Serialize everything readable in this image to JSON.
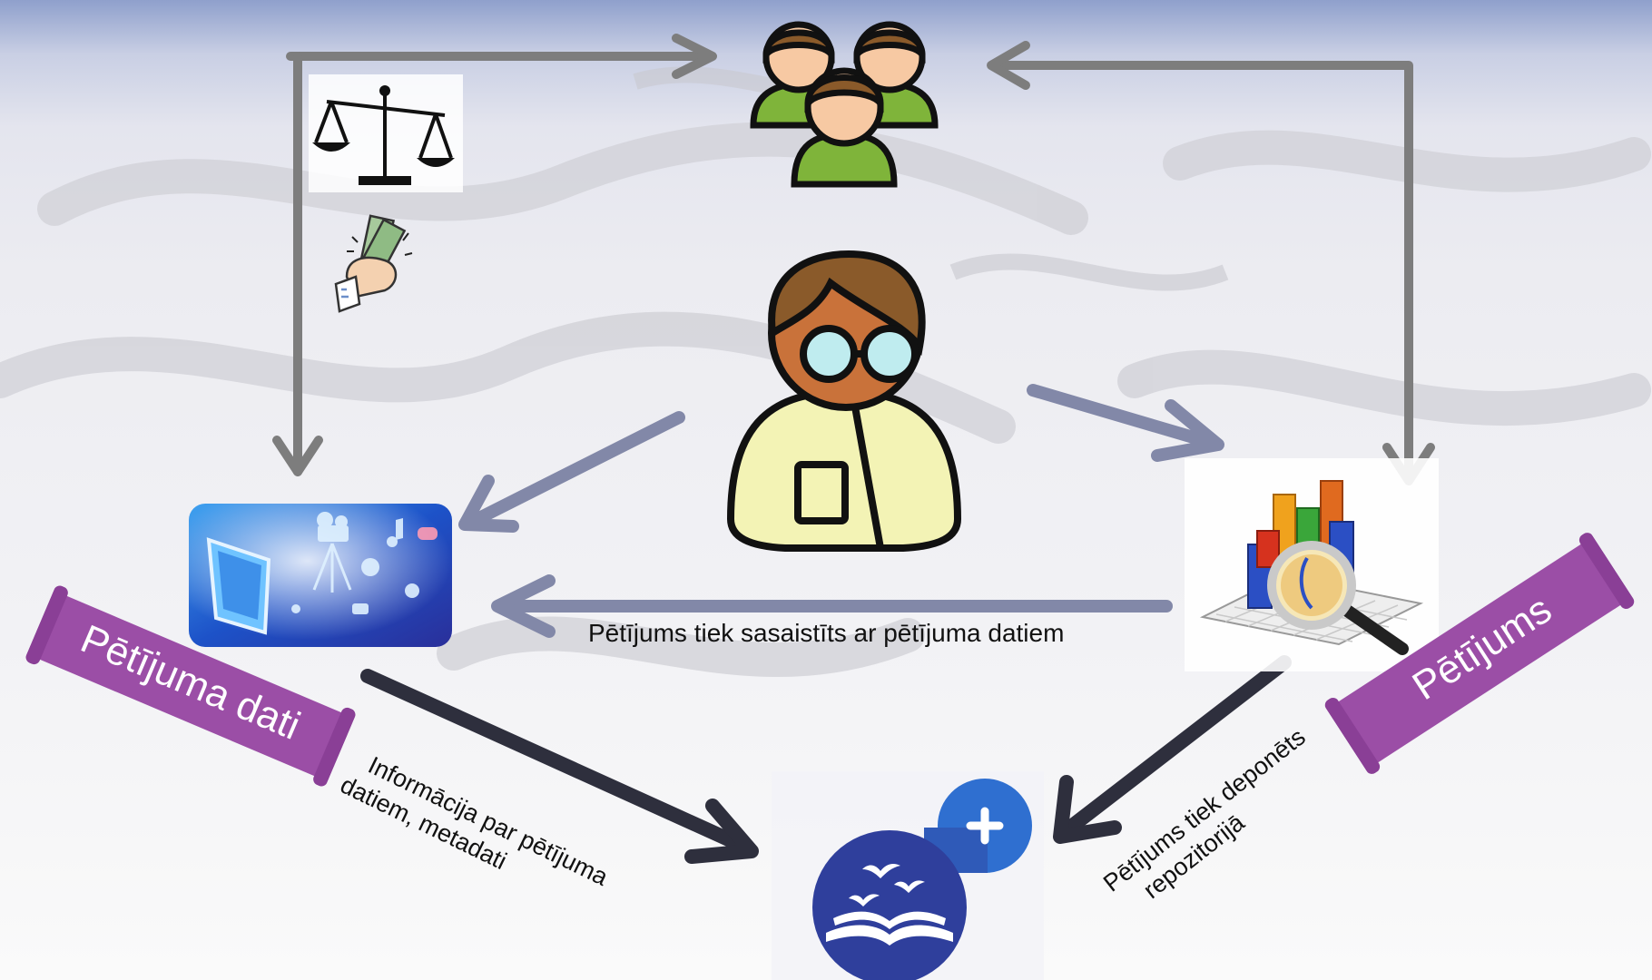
{
  "labels": {
    "link_caption": "Pētījums tiek sasaistīts ar pētījuma datiem",
    "info_line1": "Informācija par pētījuma",
    "info_line2": "datiem, metadati",
    "deposit_line1": "Pētījums tiek deponēts",
    "deposit_line2": "repozitorijā"
  },
  "ribbons": {
    "left": "Pētījuma dati",
    "right": "Pētījums"
  },
  "icons": {
    "people": "group-of-people-icon",
    "scales": "balance-scales-icon",
    "money": "hand-with-money-icon",
    "researcher": "researcher-with-glasses-icon",
    "data": "multimedia-data-icon",
    "research": "bar-chart-magnifier-icon",
    "repository": "repository-book-plus-icon"
  },
  "colors": {
    "gray_arrow": "#7d7d7d",
    "blue_arrow": "#8288a8",
    "dark_arrow": "#2e2f3d",
    "ribbon": "#9b4ea6",
    "repository_blue": "#2f3f9c"
  }
}
